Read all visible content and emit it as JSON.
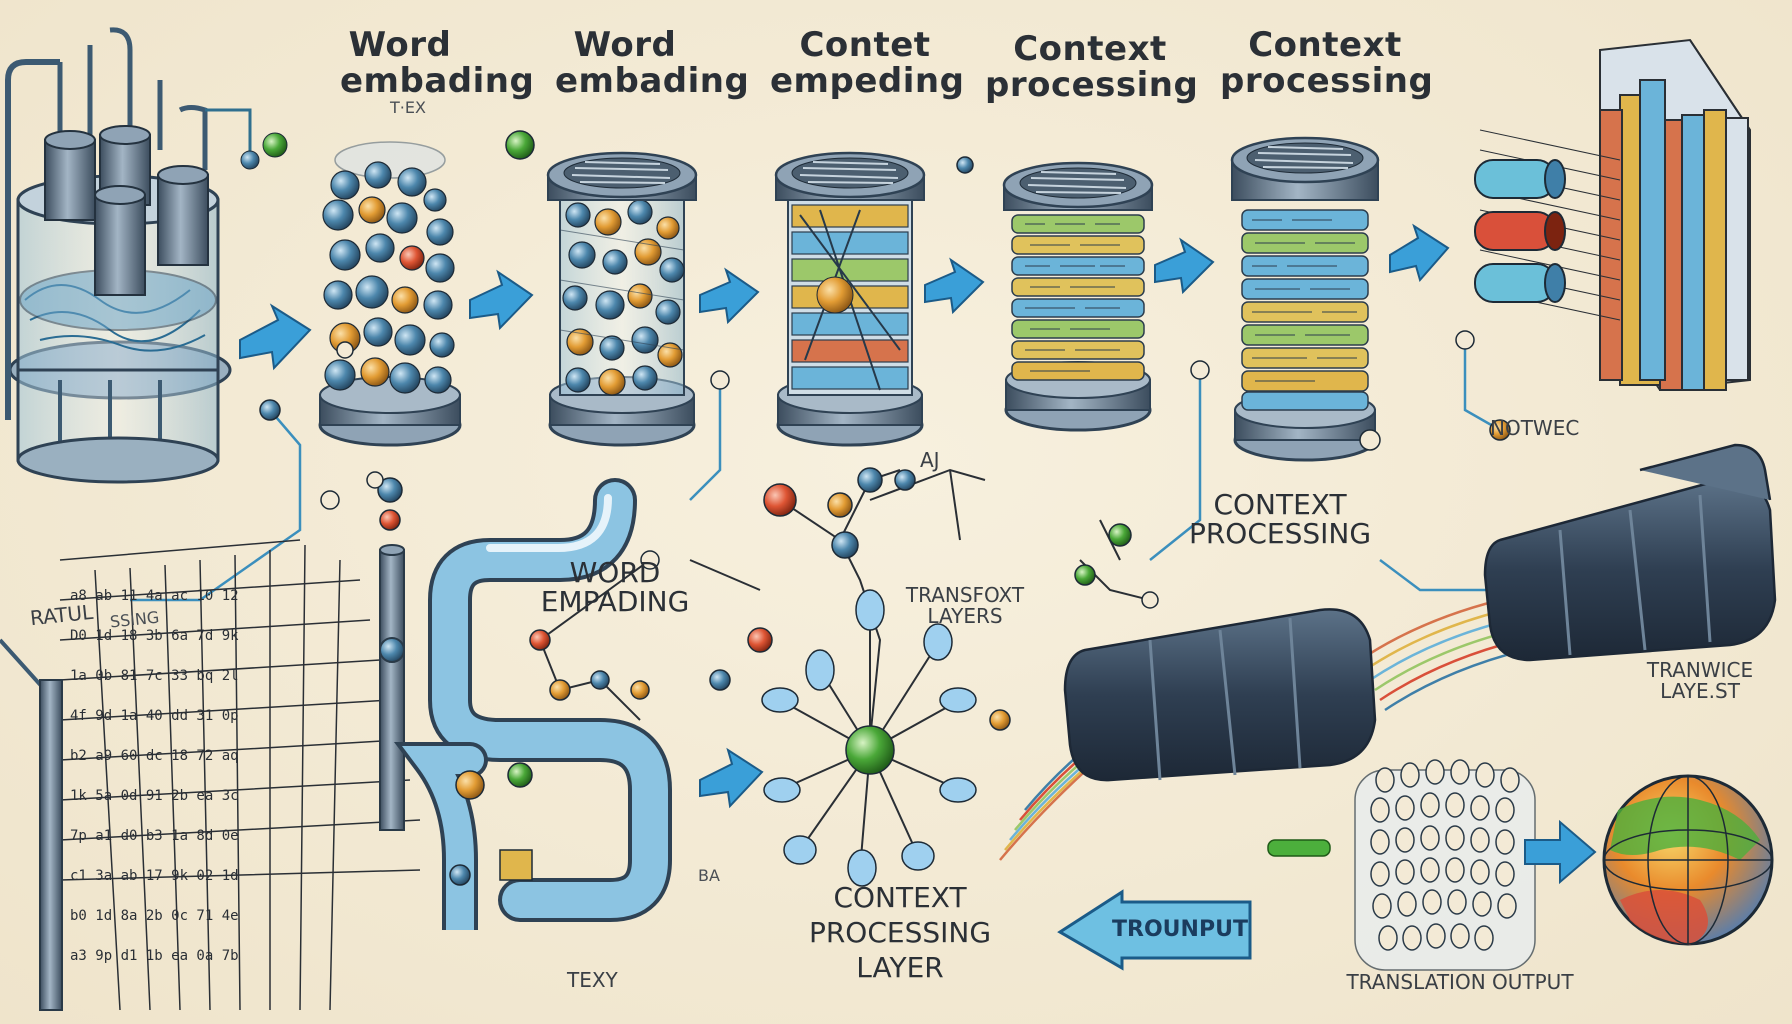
{
  "top_labels": [
    {
      "line1": "Word",
      "line2": "embading"
    },
    {
      "line1": "Word",
      "line2": "embading"
    },
    {
      "line1": "Contet",
      "line2": "empeding"
    },
    {
      "line1": "Context",
      "line2": "processing"
    },
    {
      "line1": "Context",
      "line2": "processing"
    }
  ],
  "scribbles": {
    "tex": "T·EX",
    "aj": "AJ",
    "ratul": "RATUL",
    "ssing": "SSING",
    "ba": "BA",
    "texy": "TEXY"
  },
  "labels": {
    "notwec": "NOTWEC",
    "context_processing_line1": "CONTEXT",
    "context_processing_line2": "PROCESSING",
    "word_empading_line1": "WORD",
    "word_empading_line2": "EMPADING",
    "transfoxt_line1": "TRANSFOXT",
    "transfoxt_line2": "LAYERS",
    "tranwice_line1": "TRANWICE",
    "tranwice_line2": "LAYE.ST",
    "bottom_context_line1": "CONTEXT",
    "bottom_context_line2": "PROCESSING",
    "bottom_context_line3": "LAYER",
    "trounput": "TROUNPUT",
    "translation_output": "TRANSLATION OUTPUT"
  },
  "colors": {
    "background": "#f3ead6",
    "arrow_blue": "#3a9fd8",
    "metal_dark": "#45586a",
    "metal_light": "#8fa3b5",
    "node_blue": "#3f7fa8",
    "node_green": "#4caf3c",
    "node_red": "#e0583a",
    "node_orange": "#e8a23a"
  }
}
